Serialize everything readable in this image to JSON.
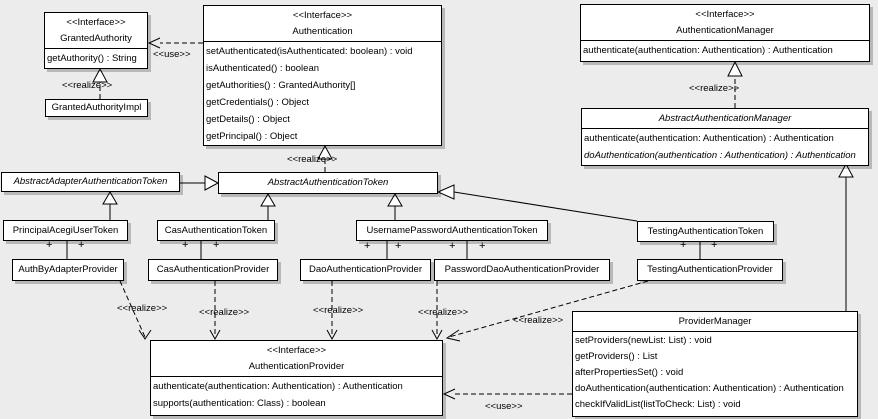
{
  "labels": {
    "realize": "<<realize>>",
    "use": "<<use>>",
    "plus": "+"
  },
  "colors": {
    "background": "#ececec",
    "node_fill": "#ffffff",
    "line": "#000000"
  },
  "classes": {
    "granted_authority": {
      "stereotype": "<<Interface>>",
      "name": "GrantedAuthority",
      "methods": [
        "getAuthority() : String"
      ]
    },
    "granted_authority_impl": {
      "name": "GrantedAuthorityImpl"
    },
    "authentication": {
      "stereotype": "<<Interface>>",
      "name": "Authentication",
      "methods": [
        "setAuthenticated(isAuthenticated: boolean) : void",
        "isAuthenticated() : boolean",
        "getAuthorities() : GrantedAuthority[]",
        "getCredentials() : Object",
        "getDetails() : Object",
        "getPrincipal() : Object"
      ]
    },
    "authentication_manager": {
      "stereotype": "<<Interface>>",
      "name": "AuthenticationManager",
      "methods": [
        "authenticate(authentication: Authentication) : Authentication"
      ]
    },
    "abstract_authentication_manager": {
      "name": "AbstractAuthenticationManager",
      "methods": [
        "authenticate(authentication: Authentication) : Authentication",
        "doAuthentication(authentication : Authentication) : Authentication"
      ]
    },
    "abstract_adapter_authentication_token": {
      "name": "AbstractAdapterAuthenticationToken"
    },
    "abstract_authentication_token": {
      "name": "AbstractAuthenticationToken"
    },
    "principal_acegi_user_token": {
      "name": "PrincipalAcegiUserToken"
    },
    "cas_authentication_token": {
      "name": "CasAuthenticationToken"
    },
    "username_password_authentication_token": {
      "name": "UsernamePasswordAuthenticationToken"
    },
    "testing_authentication_token": {
      "name": "TestingAuthenticationToken"
    },
    "auth_by_adapter_provider": {
      "name": "AuthByAdapterProvider"
    },
    "cas_authentication_provider": {
      "name": "CasAuthenticationProvider"
    },
    "dao_authentication_provider": {
      "name": "DaoAuthenticationProvider"
    },
    "password_dao_authentication_provider": {
      "name": "PasswordDaoAuthenticationProvider"
    },
    "testing_authentication_provider": {
      "name": "TestingAuthenticationProvider"
    },
    "authentication_provider": {
      "stereotype": "<<Interface>>",
      "name": "AuthenticationProvider",
      "methods": [
        "authenticate(authentication: Authentication) : Authentication",
        "supports(authentication: Class) : boolean"
      ]
    },
    "provider_manager": {
      "name": "ProviderManager",
      "methods": [
        "setProviders(newList: List) : void",
        "getProviders() : List",
        "afterPropertiesSet() : void",
        "doAuthentication(authentication: Authentication) : Authentication",
        "checkIfValidList(listToCheck: List) : void"
      ]
    }
  }
}
